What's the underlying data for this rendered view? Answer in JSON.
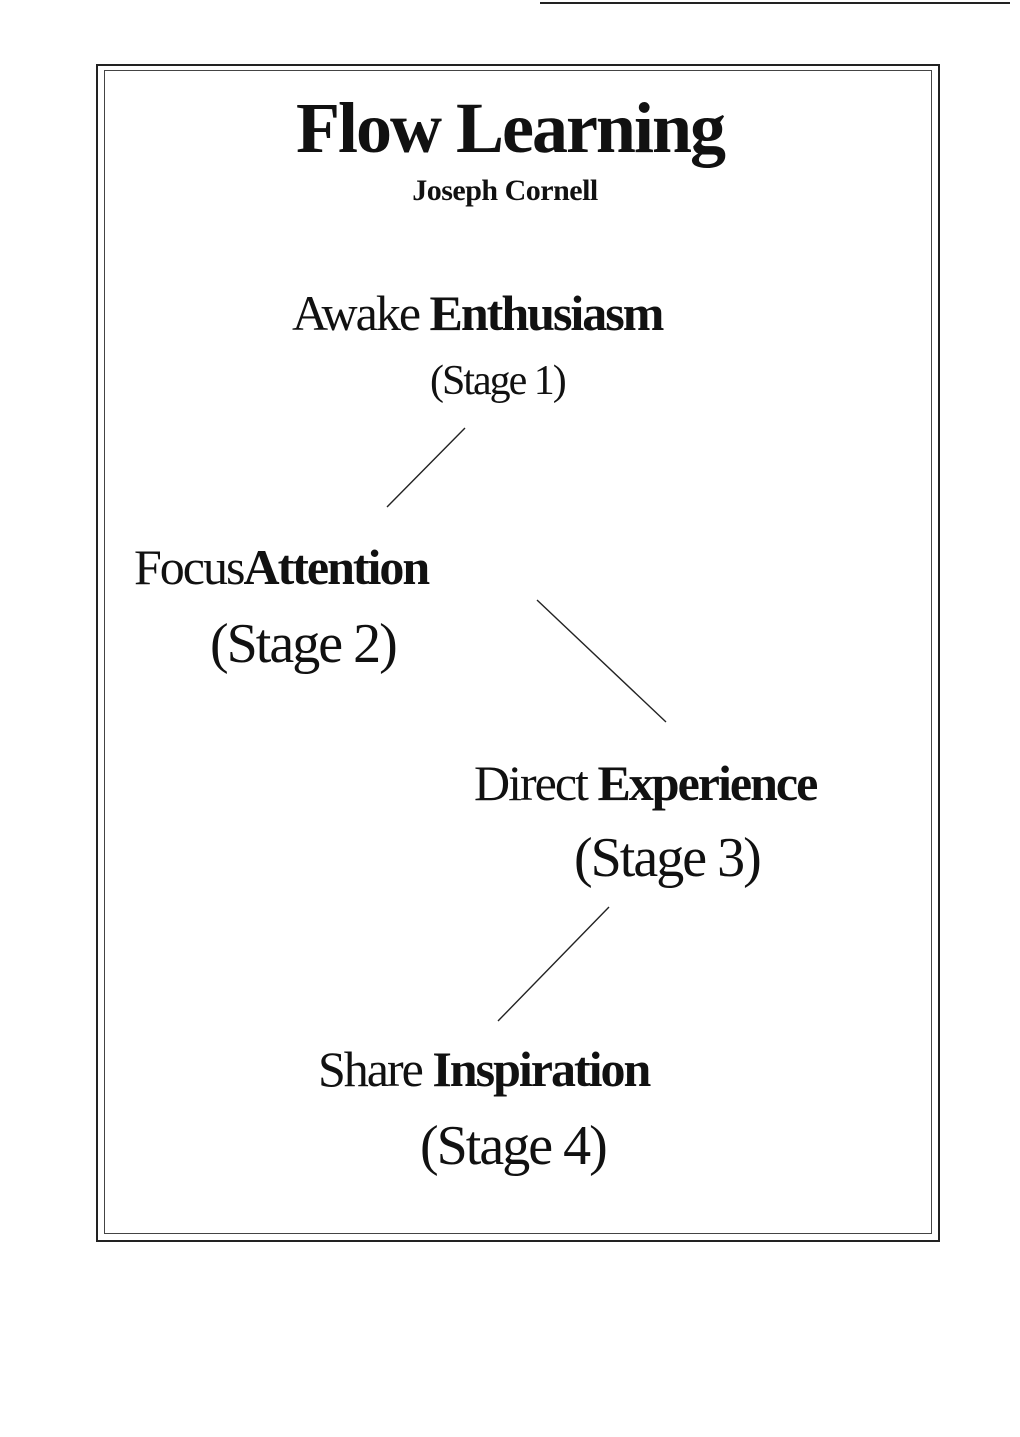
{
  "title": "Flow Learning",
  "author": "Joseph Cornell",
  "stages": [
    {
      "verb": "Awake",
      "noun": "Enthusiasm",
      "label": "(Stage 1)"
    },
    {
      "verb": "Focus",
      "noun": "Attention",
      "label": "(Stage 2)"
    },
    {
      "verb": "Direct",
      "noun": "Experience",
      "label": "(Stage 3)"
    },
    {
      "verb": "Share",
      "noun": "Inspiration",
      "label": "(Stage 4)"
    }
  ],
  "colors": {
    "ink": "#111111",
    "background": "#ffffff"
  }
}
